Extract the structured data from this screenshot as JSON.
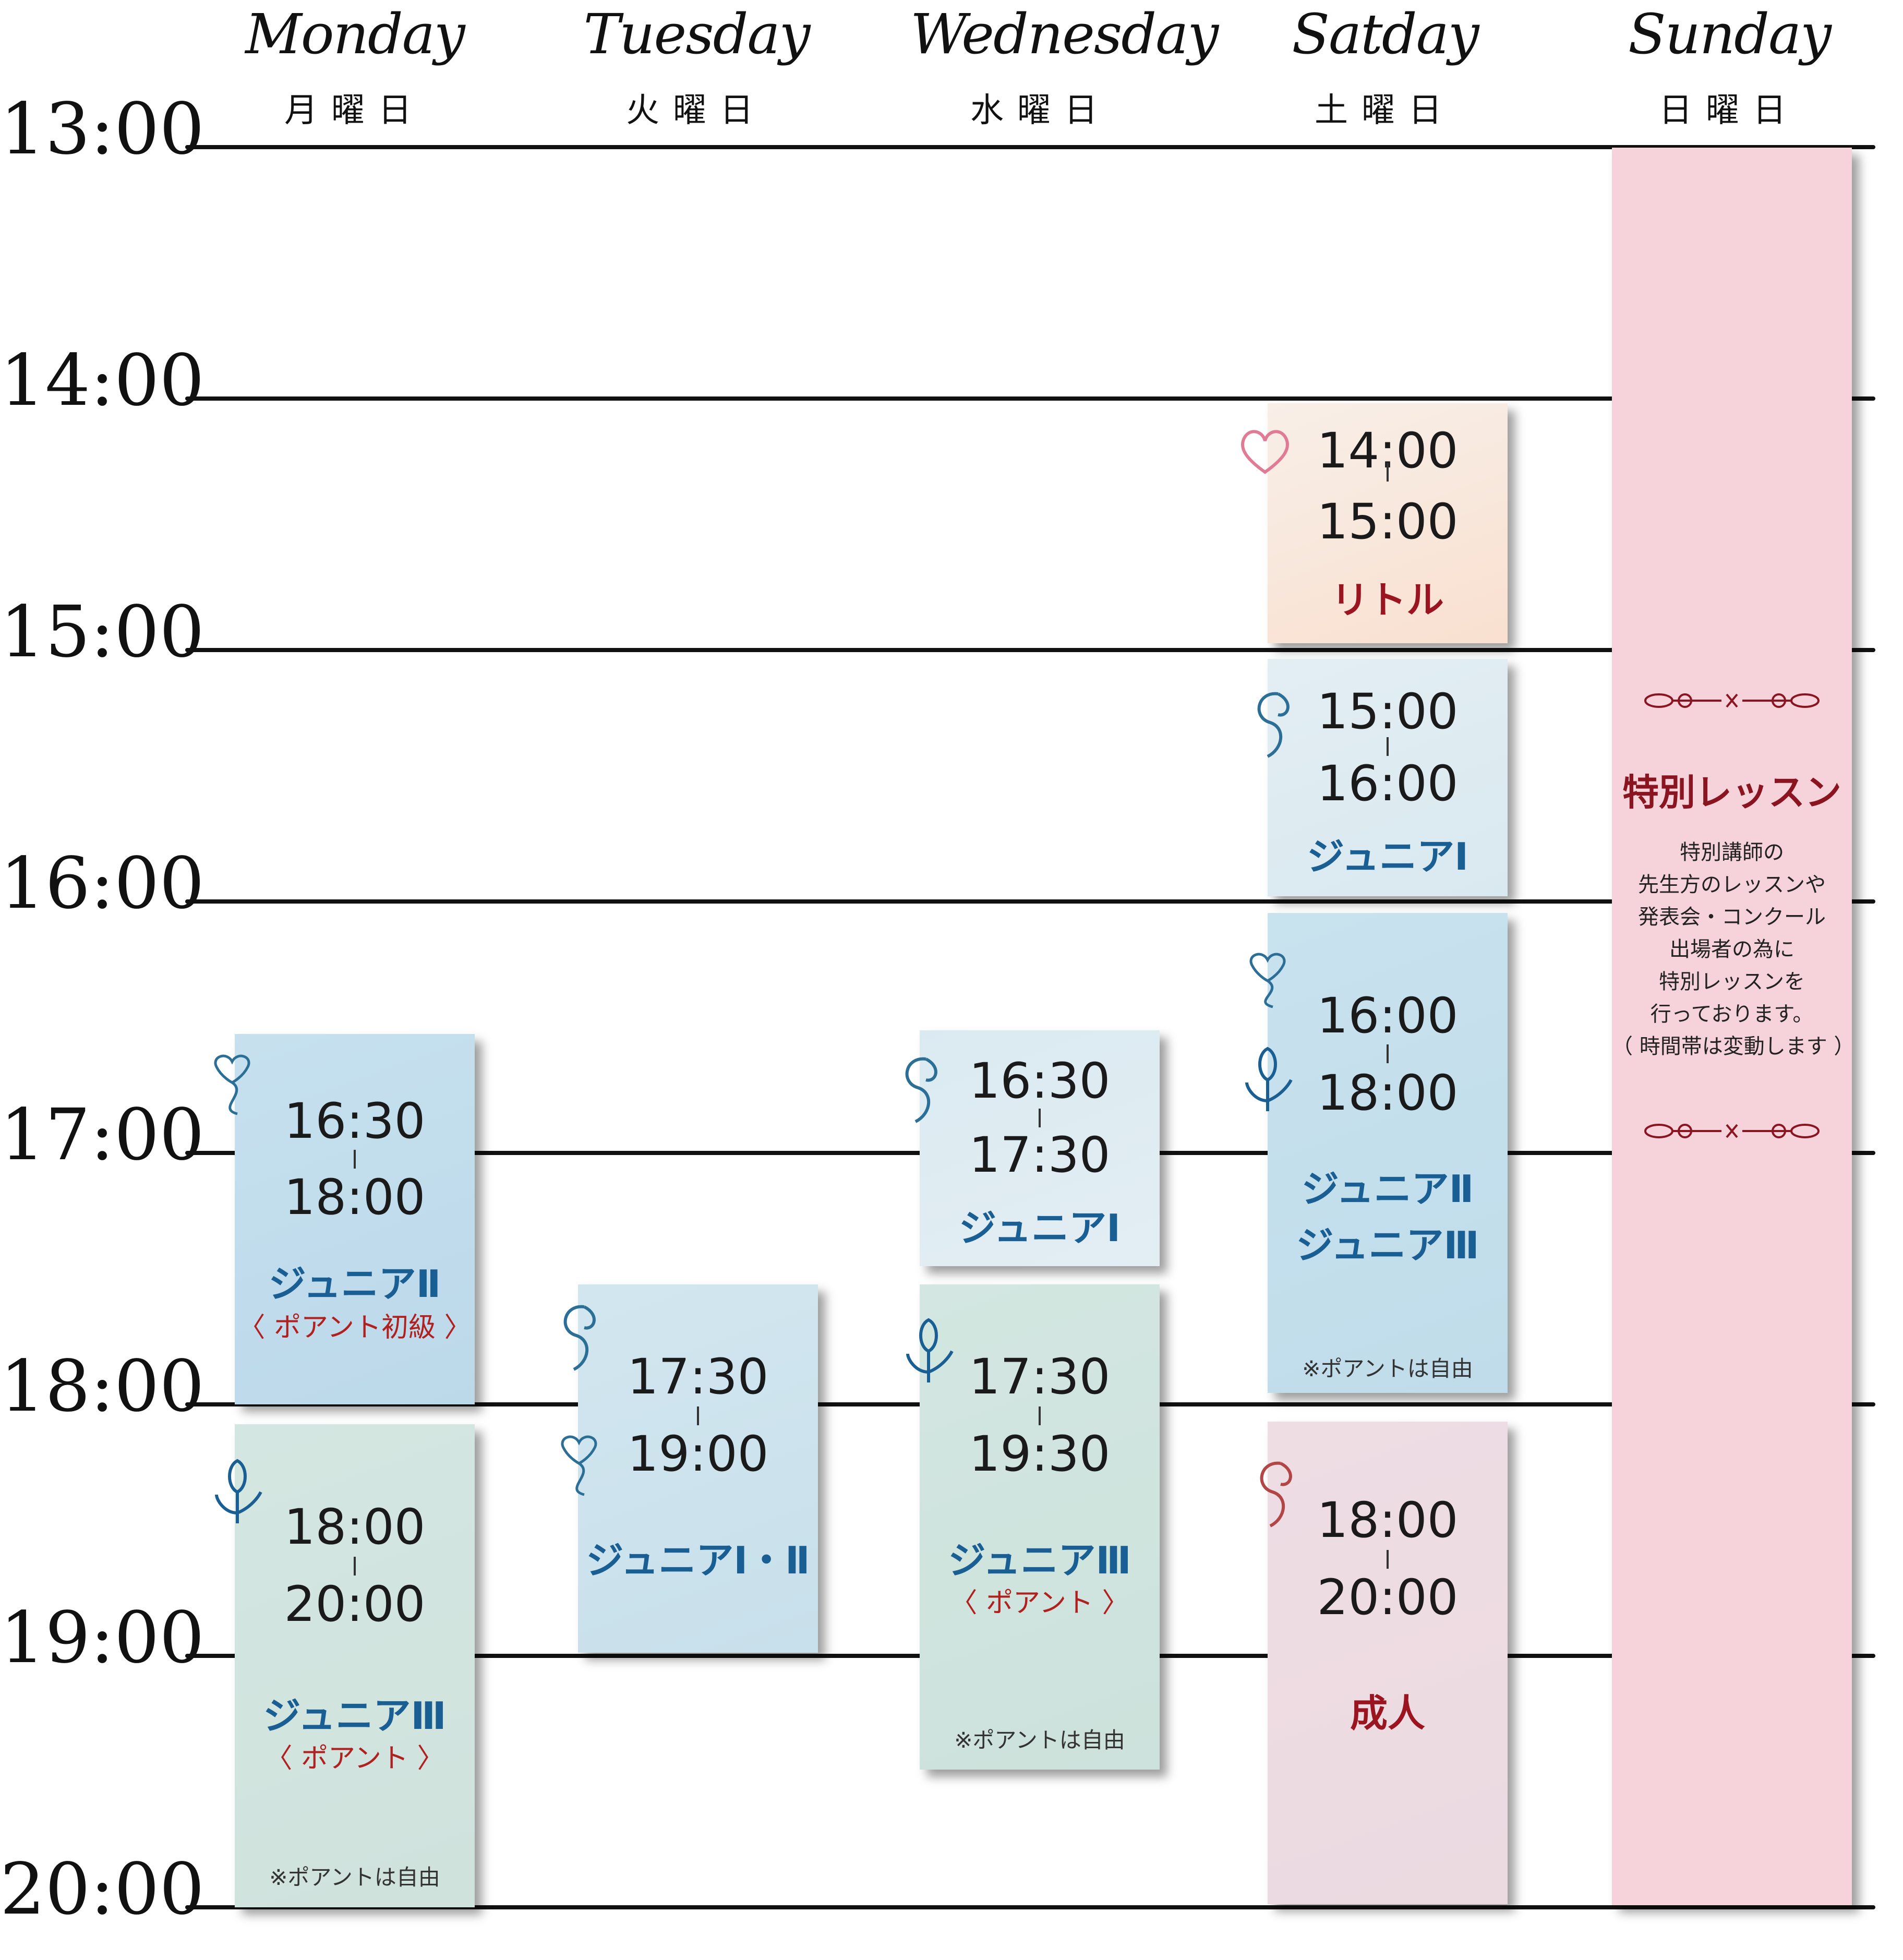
{
  "days": [
    {
      "en": "Monday",
      "jp": "月曜日"
    },
    {
      "en": "Tuesday",
      "jp": "火曜日"
    },
    {
      "en": "Wednesday",
      "jp": "水曜日"
    },
    {
      "en": "Satday",
      "jp": "土曜日"
    },
    {
      "en": "Sunday",
      "jp": "日曜日"
    }
  ],
  "hours": [
    "13:00",
    "14:00",
    "15:00",
    "16:00",
    "17:00",
    "18:00",
    "19:00",
    "20:00"
  ],
  "classes": {
    "mon1": {
      "start": "16:30",
      "end": "18:00",
      "name": "ジュニアⅡ",
      "sub": "〈 ポアント初級 〉"
    },
    "mon2": {
      "start": "18:00",
      "end": "20:00",
      "name": "ジュニアⅢ",
      "sub": "〈 ポアント 〉",
      "note": "※ポアントは自由"
    },
    "tue1": {
      "start": "17:30",
      "end": "19:00",
      "name": "ジュニアⅠ・Ⅱ"
    },
    "wed1": {
      "start": "16:30",
      "end": "17:30",
      "name": "ジュニアⅠ"
    },
    "wed2": {
      "start": "17:30",
      "end": "19:30",
      "name": "ジュニアⅢ",
      "sub": "〈 ポアント 〉",
      "note": "※ポアントは自由"
    },
    "sat1": {
      "start": "14:00",
      "end": "15:00",
      "name": "リトル"
    },
    "sat2": {
      "start": "15:00",
      "end": "16:00",
      "name": "ジュニアⅠ"
    },
    "sat3": {
      "start": "16:00",
      "end": "18:00",
      "name": "ジュニアⅡ",
      "name2": "ジュニアⅢ",
      "note": "※ポアントは自由"
    },
    "sat4": {
      "start": "18:00",
      "end": "20:00",
      "name": "成人"
    }
  },
  "special": {
    "title": "特別レッスン",
    "lines": [
      "特別講師の",
      "先生方のレッスンや",
      "発表会・コンクール",
      "出場者の為に",
      "特別レッスンを",
      "行っております。",
      "（ 時間帯は変動します ）"
    ]
  },
  "colors": {
    "blue_block": "#c8e1ee",
    "light_blue_block": "#deecf2",
    "green_block": "#d3e5e0",
    "peach_block": "#f9e3d6",
    "pink_block": "#efdbe3",
    "sunday_block": "#f6d3da",
    "class_text": "#1a5f94",
    "accent_red": "#b0201e"
  },
  "icons": [
    "heart-swirl-icon",
    "feather-swirl-icon",
    "tulip-icon",
    "heart-icon",
    "flourish-divider-icon"
  ]
}
